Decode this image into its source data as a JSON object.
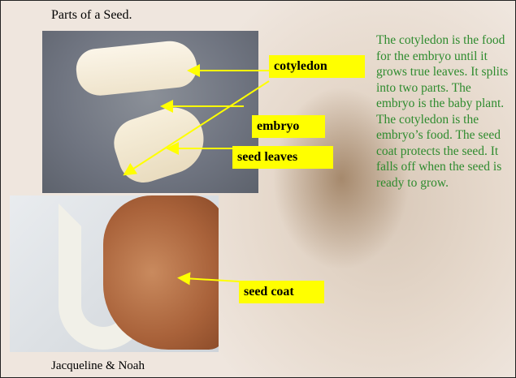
{
  "slide": {
    "title": "Parts of a Seed.",
    "credits": "Jacqueline & Noah",
    "labels": {
      "cotyledon": "cotyledon",
      "embryo": "embryo",
      "seed_leaves": "seed leaves",
      "seed_coat": "seed coat"
    },
    "description": "The cotyledon is the food for the embryo until it grows true leaves. It splits into two parts.  The embryo is the baby plant. The cotyledon is the embryo’s food. The seed coat protects the seed. It falls off when the seed is ready to grow.",
    "colors": {
      "label_bg": "#ffff00",
      "arrow": "#ffff00",
      "description_text": "#2e8b2e"
    }
  }
}
